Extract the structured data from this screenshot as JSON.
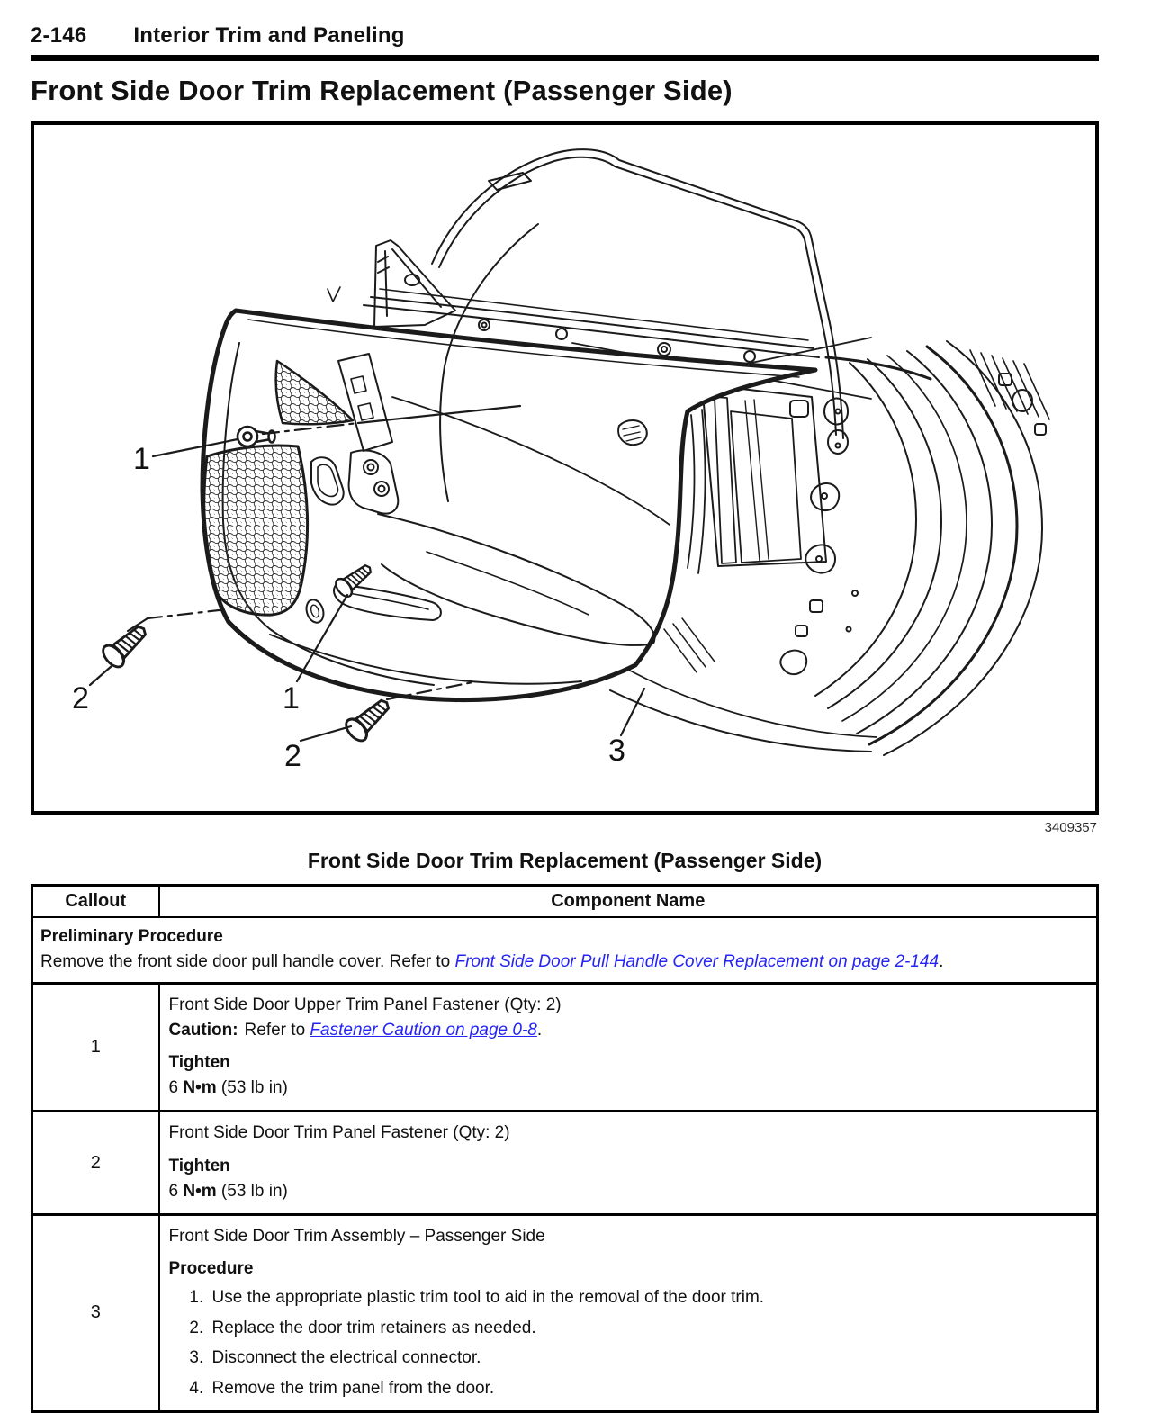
{
  "header": {
    "page_number": "2-146",
    "chapter": "Interior Trim and Paneling"
  },
  "section_title": "Front Side Door Trim Replacement (Passenger Side)",
  "figure": {
    "number": "3409357",
    "callouts": {
      "one": "1",
      "two": "2",
      "three": "3"
    }
  },
  "table": {
    "caption": "Front Side Door Trim Replacement (Passenger Side)",
    "columns": {
      "callout": "Callout",
      "component": "Component Name"
    },
    "preliminary": {
      "heading": "Preliminary Procedure",
      "text_before_link": "Remove the front side door pull handle cover. Refer to ",
      "link": "Front Side Door Pull Handle Cover Replacement on page 2-144",
      "text_after_link": "."
    },
    "rows": [
      {
        "callout": "1",
        "name": "Front Side Door Upper Trim Panel Fastener (Qty: 2)",
        "caution_label": "Caution:",
        "caution_before_link": "Refer to ",
        "caution_link": "Fastener Caution on page 0-8",
        "caution_after_link": ".",
        "tighten_label": "Tighten",
        "torque_prefix": "6 ",
        "torque_unit": "N•m",
        "torque_suffix": " (53 lb in)"
      },
      {
        "callout": "2",
        "name": "Front Side Door Trim Panel Fastener (Qty: 2)",
        "tighten_label": "Tighten",
        "torque_prefix": "6 ",
        "torque_unit": "N•m",
        "torque_suffix": " (53 lb in)"
      },
      {
        "callout": "3",
        "name": "Front Side Door Trim Assembly – Passenger Side",
        "procedure_label": "Procedure",
        "steps": [
          "Use the appropriate plastic trim tool to aid in the removal of the door trim.",
          "Replace the door trim retainers as needed.",
          "Disconnect the electrical connector.",
          "Remove the trim panel from the door."
        ]
      }
    ]
  }
}
